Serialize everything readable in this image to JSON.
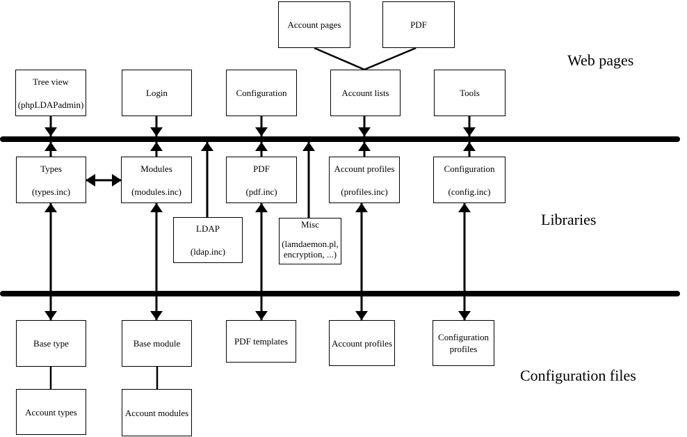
{
  "diagram": {
    "title_semantic": "LDAP Account Manager architecture diagram",
    "colors": {
      "line": "#000000",
      "box_background": "#ffffff",
      "text": "#000000",
      "page_background": "#ffffff"
    },
    "section_labels": {
      "web_pages": "Web pages",
      "libraries": "Libraries",
      "configuration_files": "Configuration files"
    },
    "nodes": {
      "account_pages": {
        "line1": "Account pages"
      },
      "pdf_top": {
        "line1": "PDF"
      },
      "tree_view": {
        "line1": "Tree view",
        "line2": "(phpLDAPadmin)"
      },
      "login": {
        "line1": "Login"
      },
      "configuration_web": {
        "line1": "Configuration"
      },
      "account_lists": {
        "line1": "Account lists"
      },
      "tools": {
        "line1": "Tools"
      },
      "types": {
        "line1": "Types",
        "line2": "(types.inc)"
      },
      "modules": {
        "line1": "Modules",
        "line2": "(modules.inc)"
      },
      "ldap": {
        "line1": "LDAP",
        "line2": "(ldap.inc)"
      },
      "pdf_lib": {
        "line1": "PDF",
        "line2": "(pdf.inc)"
      },
      "misc": {
        "line1": "Misc",
        "line2": "(lamdaemon.pl,",
        "line3": "encryption, ...)"
      },
      "account_profiles_lib": {
        "line1": "Account profiles",
        "line2": "(profiles.inc)"
      },
      "configuration_lib": {
        "line1": "Configuration",
        "line2": "(config.inc)"
      },
      "base_type": {
        "line1": "Base type"
      },
      "base_module": {
        "line1": "Base module"
      },
      "pdf_templates": {
        "line1": "PDF templates"
      },
      "account_profiles_files": {
        "line1": "Account profiles"
      },
      "configuration_profiles": {
        "line1": "Configuration",
        "line2": "profiles"
      },
      "account_types": {
        "line1": "Account types"
      },
      "account_modules": {
        "line1": "Account modules"
      }
    }
  }
}
